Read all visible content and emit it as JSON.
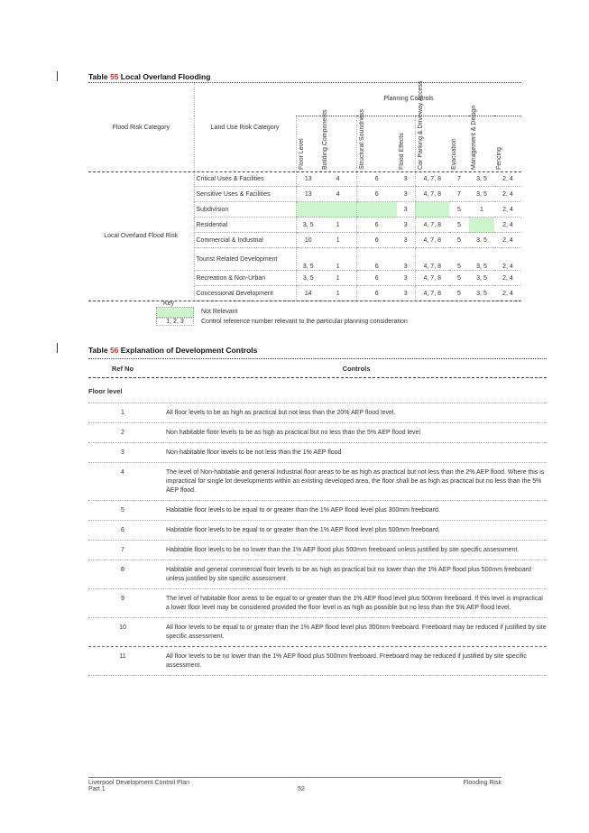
{
  "table1": {
    "title_prefix": "Table ",
    "title_num": "55",
    "title_text": " Local Overland Flooding",
    "col_flood_risk": "Flood Risk Category",
    "col_land_use": "Land Use Risk Category",
    "planning_controls": "Planning Controls",
    "control_columns": [
      "Floor Level",
      "Building Components",
      "Structural Soundness",
      "Flood Effects",
      "Car Parking & Driveway Access",
      "Evacuation",
      "Management & Design",
      "Fencing"
    ],
    "flood_risk_category": "Local Overland Flood Risk",
    "rows": [
      {
        "land_use": "Critical Uses & Facilities",
        "values": [
          "13",
          "4",
          "6",
          "3",
          "4, 7, 8",
          "7",
          "3, 5",
          "2, 4"
        ]
      },
      {
        "land_use": "Sensitive Uses & Facilities",
        "values": [
          "13",
          "4",
          "6",
          "3",
          "4, 7, 8",
          "7",
          "3, 5",
          "2, 4"
        ]
      },
      {
        "land_use": "Subdivision",
        "values": [
          null,
          null,
          null,
          "3",
          null,
          "5",
          "1",
          "2, 4"
        ]
      },
      {
        "land_use": "Residential",
        "values": [
          "3, 5",
          "1",
          "6",
          "3",
          "4, 7, 8",
          "5",
          null,
          "2, 4"
        ]
      },
      {
        "land_use": "Commercial & Industrial",
        "values": [
          "10",
          "1",
          "6",
          "3",
          "4, 7, 8",
          "5",
          "3, 5",
          "2, 4"
        ]
      },
      {
        "land_use": "Tourist Related Development",
        "values": [
          "3, 5",
          "1",
          "6",
          "3",
          "4, 7, 8",
          "5",
          "3, 5",
          "2, 4"
        ]
      },
      {
        "land_use": "Recreation & Non-Urban",
        "values": [
          "3, 5",
          "1",
          "6",
          "3",
          "4, 7, 8",
          "5",
          "3, 5",
          "2, 4"
        ]
      },
      {
        "land_use": "Concessional Development",
        "values": [
          "14",
          "1",
          "6",
          "3",
          "4, 7, 8",
          "5",
          "3, 5",
          "2, 4"
        ]
      }
    ],
    "not_relevant_color": "#ccf5cc"
  },
  "key": {
    "title": "Key",
    "not_relevant": "Not Relevant",
    "sample_ref": "1, 2, 3",
    "ref_desc": "Control reference number relevant to the particular planning consideration"
  },
  "table2": {
    "title_prefix": "Table ",
    "title_num": "56",
    "title_text": " Explanation of Development Controls",
    "col_ref": "Ref No",
    "col_controls": "Controls",
    "section": "Floor level",
    "rows": [
      {
        "ref": "1",
        "text": "All floor levels to be as high as practical but not less than the 20% AEP flood level."
      },
      {
        "ref": "2",
        "text": "Non habitable floor levels to be as high as practical but no less than the 5% AEP flood level"
      },
      {
        "ref": "3",
        "text": "Non-habitable floor levels to be not less than the 1% AEP flood"
      },
      {
        "ref": "4",
        "text": "The level of Non-habitable and general Industrial floor areas to be as high as practical but not less than the 2% AEP flood. Where this is impractical for single lot developments within an existing developed area, the floor shall be as high as practical but no less than the 5% AEP flood."
      },
      {
        "ref": "5",
        "text": "Habitable floor levels to be equal to or greater than the 1% AEP flood level plus 300mm freeboard."
      },
      {
        "ref": "6",
        "text": "Habitable floor levels to be equal to or greater than the 1% AEP flood level plus 500mm freeboard."
      },
      {
        "ref": "7",
        "text": "Habitable floor levels to be no lower than the 1% AEP flood plus 500mm freeboard unless justified by site specific assessment."
      },
      {
        "ref": "8",
        "text": "Habitable and general commercial floor levels to be as high as practical but no lower than the 1% AEP flood plus 500mm freeboard unless justified by site specific assessment"
      },
      {
        "ref": "9",
        "text": "The level of habitable floor areas to be equal to or greater than the 1% AEP flood level plus 500mm freeboard.  If this level is impractical a lower floor level may be considered provided the floor level is as high as possible but no less than the 5% AEP flood level."
      },
      {
        "ref": "10",
        "text": "All floor levels to be equal to or greater than the 1% AEP flood level plus 300mm freeboard.  Freeboard may be reduced if justified by site specific assessment."
      },
      {
        "ref": "11",
        "text": "All floor levels to be no lower than the 1% AEP flood plus 500mm freeboard.  Freeboard may be reduced if justified by site specific assessment."
      }
    ]
  },
  "footer": {
    "left1": "Liverpool Development Control Plan",
    "left2": "Part 1",
    "page": "52",
    "right": "Flooding Risk"
  }
}
